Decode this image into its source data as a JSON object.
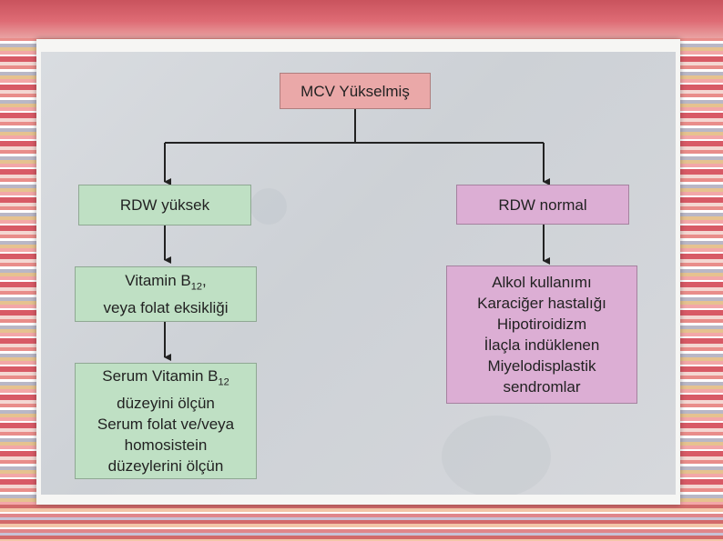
{
  "colors": {
    "root": "#eaa8a8",
    "left_branch": "#bfe0c4",
    "right_branch": "#dcaed4",
    "arrow": "#222222"
  },
  "flowchart": {
    "root": {
      "label": "MCV Yükselmiş"
    },
    "left": {
      "rdw": {
        "label": "RDW yüksek"
      },
      "deficiency": {
        "line1_prefix": "Vitamin B",
        "line1_sub": "12",
        "line1_suffix": ",",
        "line2": "veya folat eksikliği"
      },
      "tests": {
        "line1_prefix": "Serum Vitamin B",
        "line1_sub": "12",
        "line2": "düzeyini ölçün",
        "line3": "Serum folat ve/veya",
        "line4": "homosistein",
        "line5": "düzeylerini ölçün"
      }
    },
    "right": {
      "rdw": {
        "label": "RDW normal"
      },
      "causes": [
        "Alkol kullanımı",
        "Karaciğer hastalığı",
        "Hipotiroidizm",
        "İlaçla indüklenen",
        "Miyelodisplastik",
        "sendromlar"
      ]
    }
  }
}
